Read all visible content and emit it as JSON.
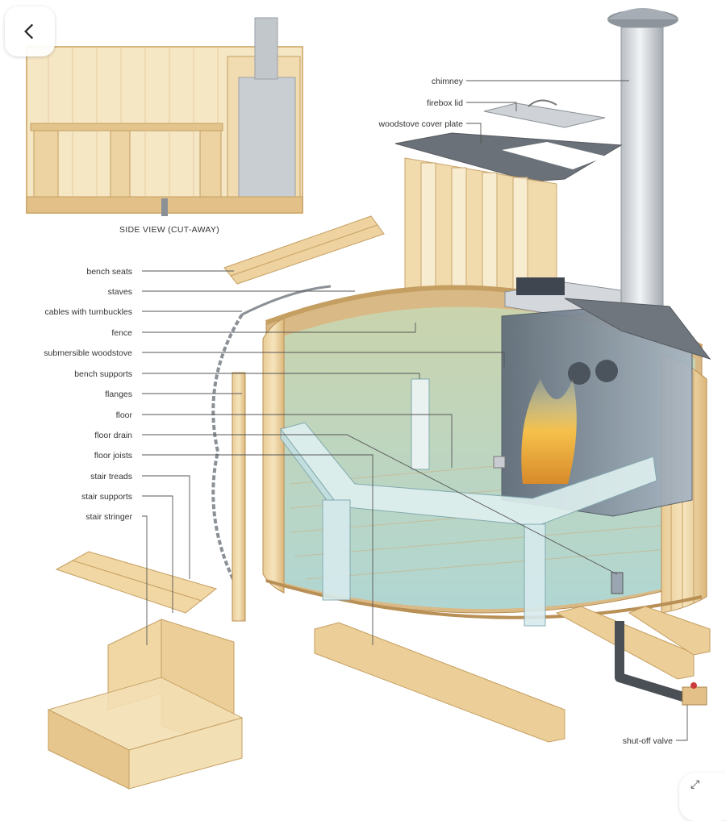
{
  "navigation": {
    "back_icon": "chevron-left-icon",
    "corner_icon": "expand-icon"
  },
  "inset": {
    "caption": "SIDE VIEW (CUT-AWAY)"
  },
  "labels": {
    "chimney": "chimney",
    "firebox_lid": "firebox lid",
    "cover_plate": "woodstove cover plate",
    "bench_seats": "bench seats",
    "staves": "staves",
    "cables": "cables with turnbuckles",
    "fence": "fence",
    "woodstove": "submersible woodstove",
    "bench_supports": "bench supports",
    "flanges": "flanges",
    "floor": "floor",
    "floor_drain": "floor drain",
    "floor_joists": "floor joists",
    "stair_treads": "stair treads",
    "stair_supports": "stair supports",
    "stair_stringer": "stair stringer",
    "shutoff_valve": "shut-off valve"
  },
  "colors": {
    "wood_light": "#f3dfb4",
    "wood_mid": "#e6c68c",
    "wood_dark": "#caa266",
    "metal": "#d4d8dc",
    "metal_dark": "#8a9096",
    "water": "#bfe0dc",
    "leader": "#555555"
  }
}
